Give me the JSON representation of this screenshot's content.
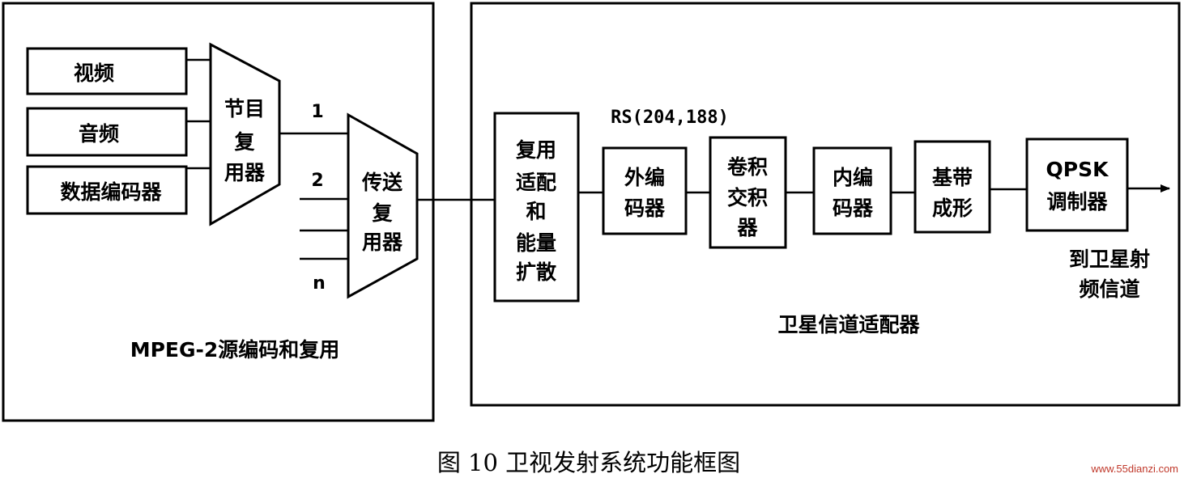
{
  "left_panel": {
    "title": "MPEG-2源编码和复用",
    "inputs": [
      "视频",
      "音频",
      "数据编码器"
    ],
    "program_mux": [
      "节目",
      "复",
      "用器"
    ],
    "stream_labels": [
      "1",
      "2",
      "n"
    ],
    "transport_mux": [
      "传送",
      "复",
      "用器"
    ]
  },
  "right_panel": {
    "title": "卫星信道适配器",
    "rs_label": "RS(204,188)",
    "blocks": {
      "mux_adapt": [
        "复用",
        "适配",
        "和",
        "能量",
        "扩散"
      ],
      "outer_coder": [
        "外编",
        "码器"
      ],
      "interleaver": [
        "卷积",
        "交积",
        "器"
      ],
      "inner_coder": [
        "内编",
        "码器"
      ],
      "baseband": [
        "基带",
        "成形"
      ],
      "qpsk": [
        "QPSK",
        "调制器"
      ]
    },
    "output_label": [
      "到卫星射",
      "频信道"
    ]
  },
  "caption": "图 10 卫视发射系统功能框图",
  "watermark": "www.55dianzi.com"
}
